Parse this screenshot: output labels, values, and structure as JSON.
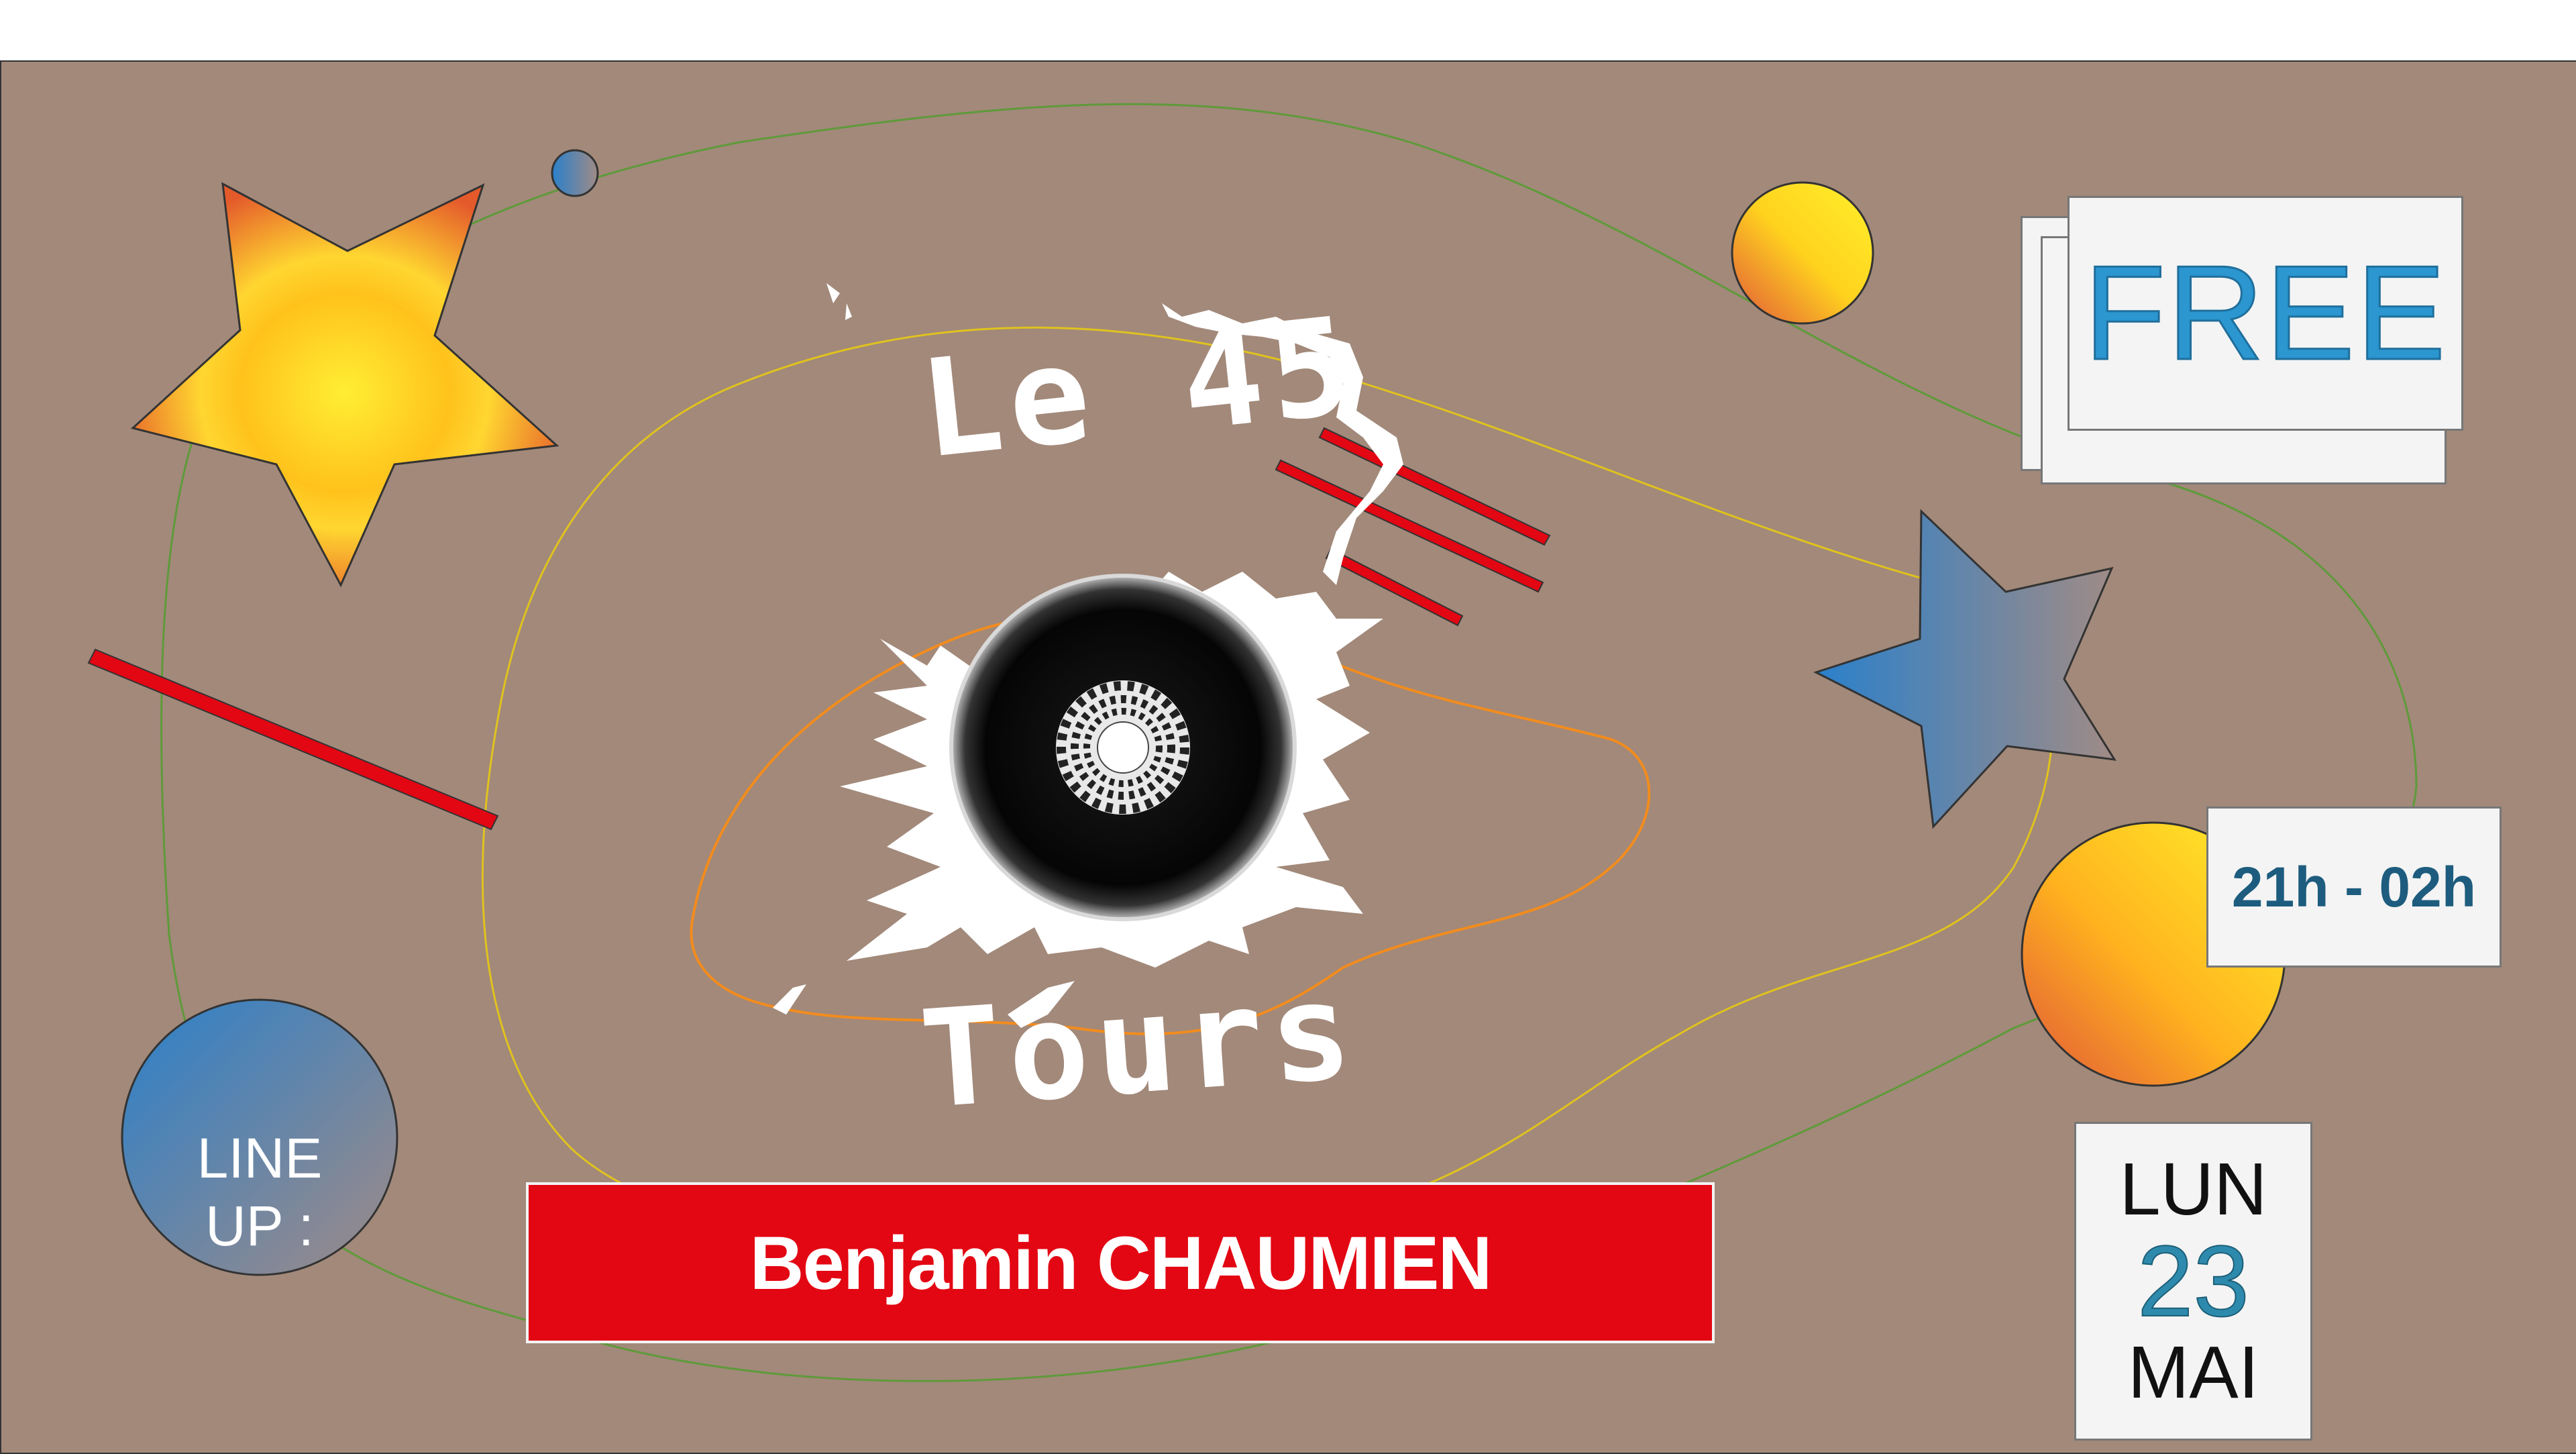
{
  "poster": {
    "logo_line1": "Le 45",
    "logo_line2": "Tours",
    "price": "FREE",
    "hours": "21h - 02h",
    "date_day": "LUN",
    "date_number": "23",
    "date_month": "MAI",
    "lineup_line1": "LINE",
    "lineup_line2": "UP :",
    "artist": "Benjamin CHAUMIEN"
  },
  "colors": {
    "background": "#a2897a",
    "accent_red": "#e30613",
    "accent_blue": "#2b96cf",
    "accent_yellow": "#ffe926",
    "accent_orange": "#e8602a"
  },
  "icons": [
    "star-orange",
    "star-blue",
    "vinyl-record",
    "circle-gradient"
  ]
}
